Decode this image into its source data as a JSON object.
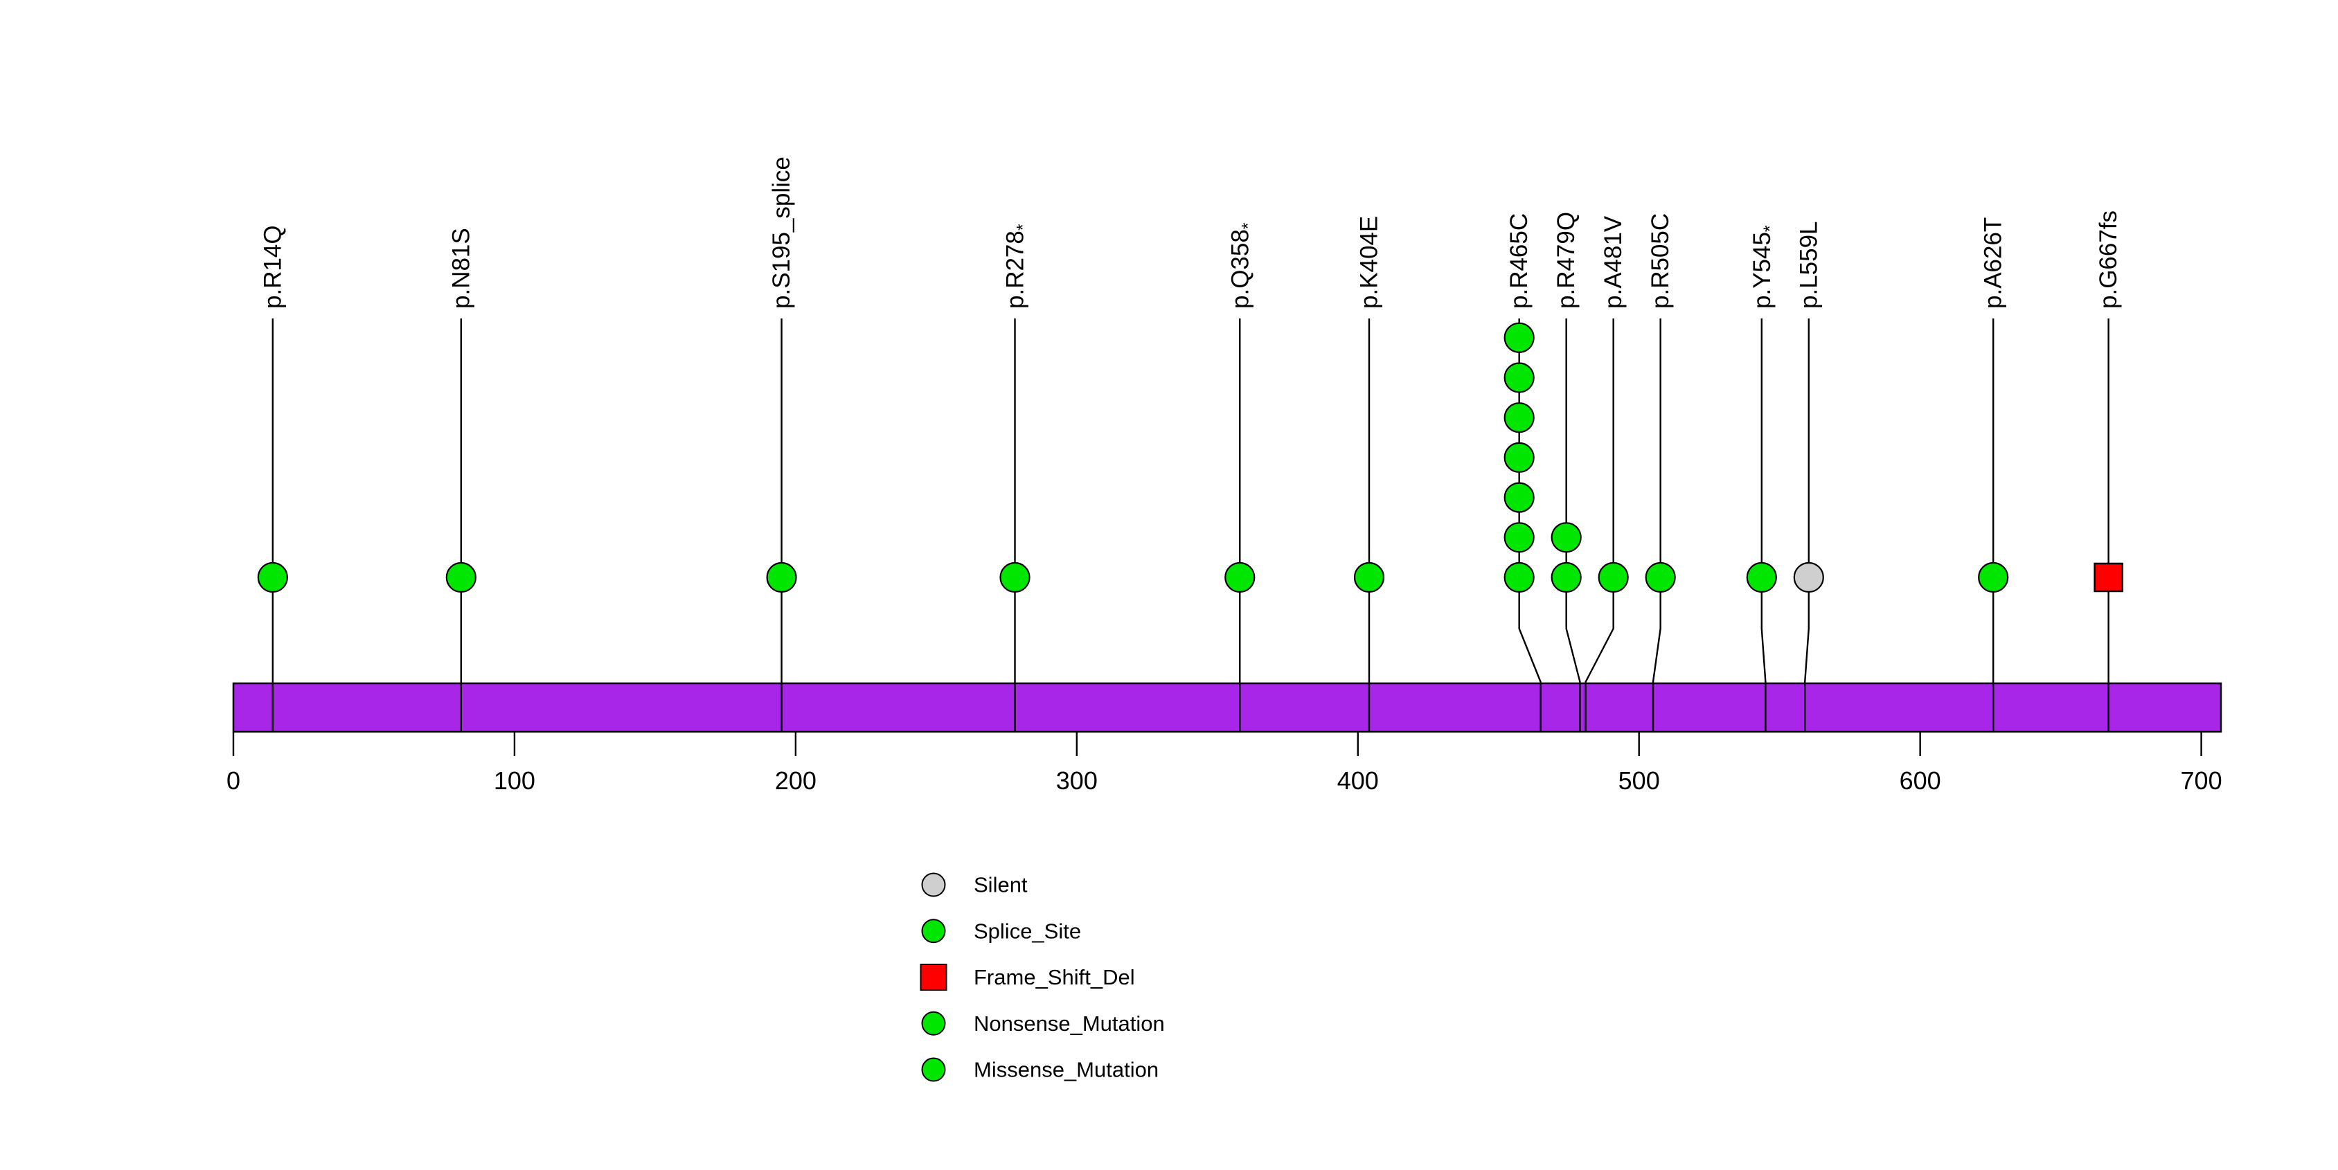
{
  "chart_data": {
    "type": "lollipop",
    "title": "",
    "protein_length": 707,
    "xlim": [
      0,
      707
    ],
    "x_ticks": [
      0,
      100,
      200,
      300,
      400,
      500,
      600,
      700
    ],
    "gene_body_color": "#A826E8",
    "background_color": "#FFFFFF",
    "stick_color": "#000000",
    "type_styles": {
      "Silent": {
        "color": "#CFCFCF",
        "shape": "circle"
      },
      "Splice_Site": {
        "color": "#00E600",
        "shape": "circle"
      },
      "Frame_Shift_Del": {
        "color": "#FF0000",
        "shape": "square"
      },
      "Nonsense_Mutation": {
        "color": "#00E600",
        "shape": "circle"
      },
      "Missense_Mutation": {
        "color": "#00E600",
        "shape": "circle"
      }
    },
    "mutations": [
      {
        "label": "p.R14Q",
        "pos": 14,
        "count": 1,
        "type": "Missense_Mutation"
      },
      {
        "label": "p.N81S",
        "pos": 81,
        "count": 1,
        "type": "Missense_Mutation"
      },
      {
        "label": "p.S195_splice",
        "pos": 195,
        "count": 1,
        "type": "Splice_Site"
      },
      {
        "label": "p.R278*",
        "pos": 278,
        "count": 1,
        "type": "Nonsense_Mutation"
      },
      {
        "label": "p.Q358*",
        "pos": 358,
        "count": 1,
        "type": "Nonsense_Mutation"
      },
      {
        "label": "p.K404E",
        "pos": 404,
        "count": 1,
        "type": "Missense_Mutation"
      },
      {
        "label": "p.R465C",
        "pos": 465,
        "count": 7,
        "type": "Missense_Mutation"
      },
      {
        "label": "p.R479Q",
        "pos": 479,
        "count": 2,
        "type": "Missense_Mutation"
      },
      {
        "label": "p.A481V",
        "pos": 481,
        "count": 1,
        "type": "Missense_Mutation"
      },
      {
        "label": "p.R505C",
        "pos": 505,
        "count": 1,
        "type": "Missense_Mutation"
      },
      {
        "label": "p.Y545*",
        "pos": 545,
        "count": 1,
        "type": "Nonsense_Mutation"
      },
      {
        "label": "p.L559L",
        "pos": 559,
        "count": 1,
        "type": "Silent"
      },
      {
        "label": "p.A626T",
        "pos": 626,
        "count": 1,
        "type": "Missense_Mutation"
      },
      {
        "label": "p.G667fs",
        "pos": 667,
        "count": 1,
        "type": "Frame_Shift_Del"
      }
    ],
    "legend": {
      "position": "bottom-center",
      "entries": [
        "Silent",
        "Splice_Site",
        "Frame_Shift_Del",
        "Nonsense_Mutation",
        "Missense_Mutation"
      ]
    }
  }
}
